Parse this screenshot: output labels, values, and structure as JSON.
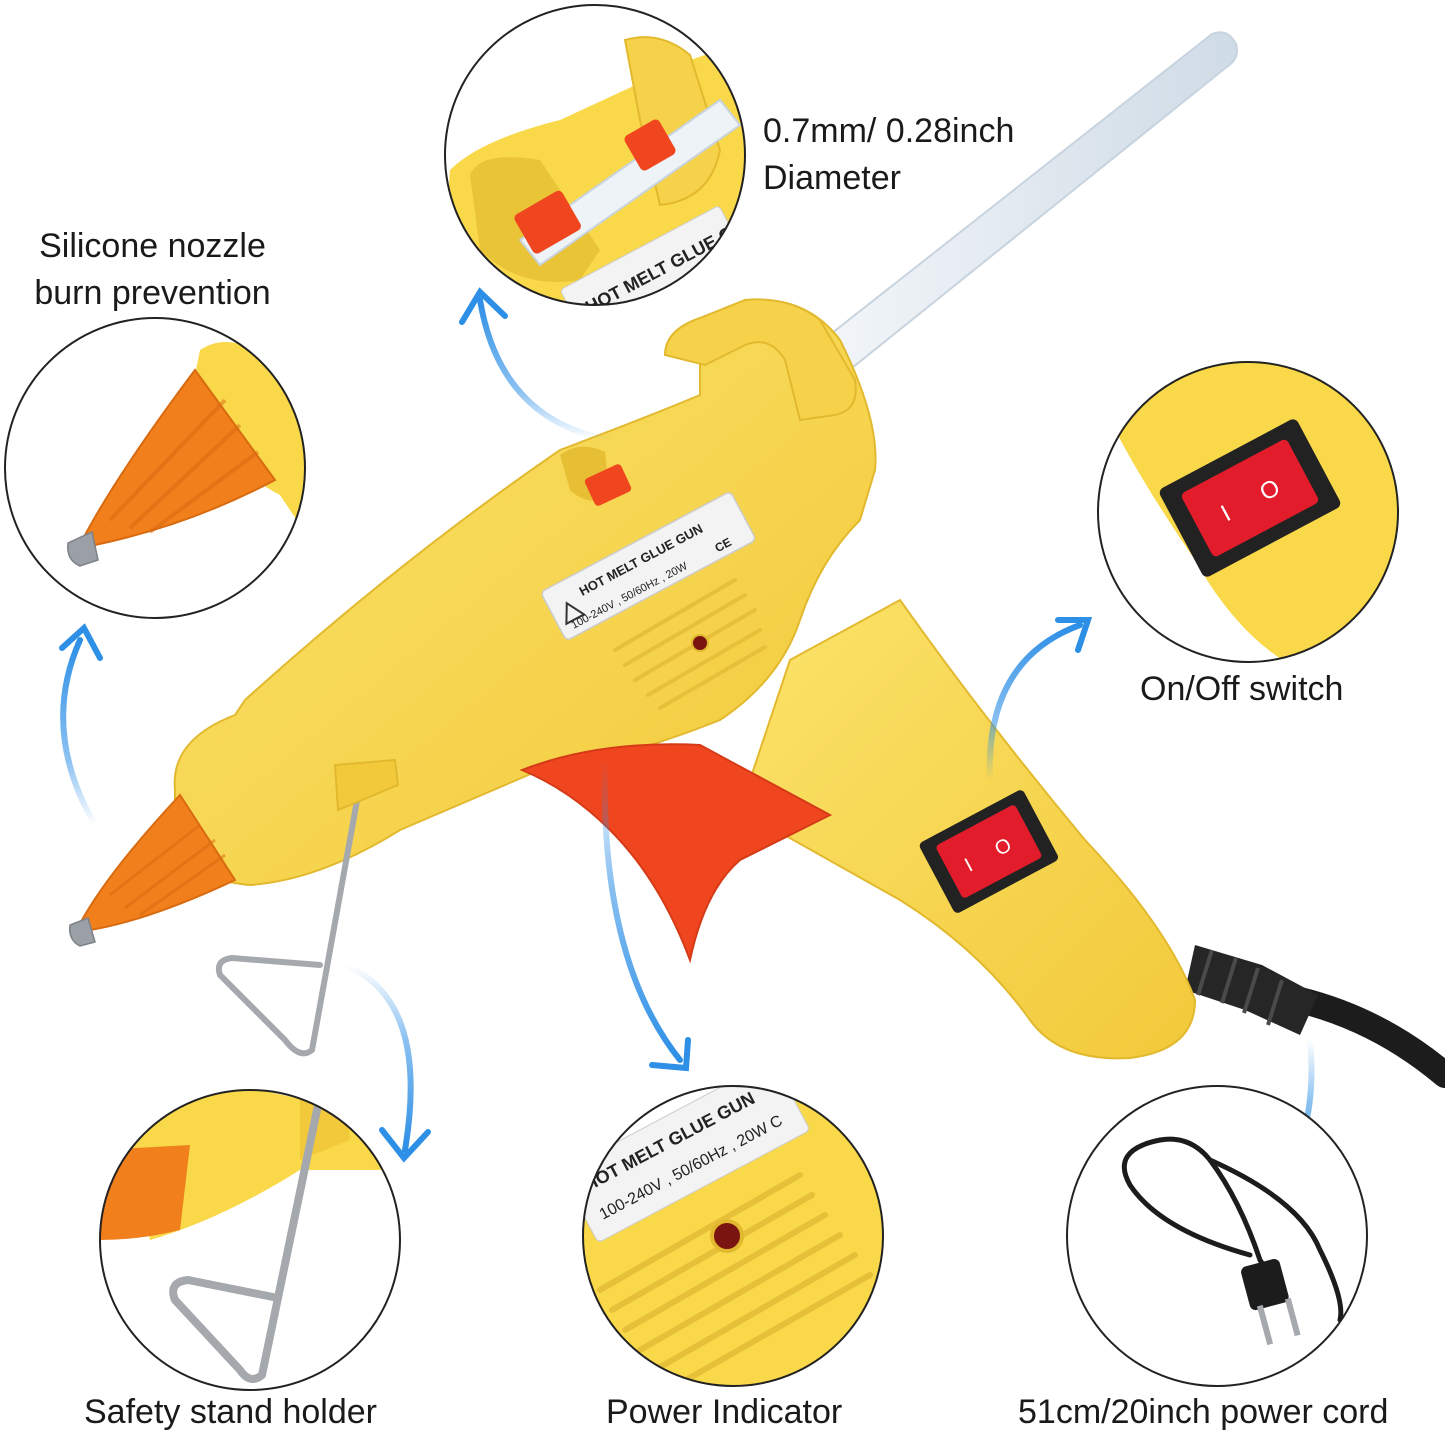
{
  "callouts": {
    "diameter": {
      "line1": "0.7mm/ 0.28inch",
      "line2": "Diameter"
    },
    "nozzle": {
      "line1": "Silicone nozzle",
      "line2": "burn prevention"
    },
    "switch": {
      "label": "On/Off switch",
      "glyph_on": "I",
      "glyph_off": "O"
    },
    "stand": {
      "label": "Safety stand holder"
    },
    "indicator": {
      "label": "Power Indicator"
    },
    "cord": {
      "label": "51cm/20inch power cord"
    }
  },
  "device_label": {
    "title": "HOT MELT GLUE GUN",
    "specs": "100-240V , 50/60Hz , 20W",
    "marks": "CE",
    "zoom_title": "HOT MELT GLUE GUN",
    "zoom_specs": "100-240V , 50/60Hz , 20W C"
  },
  "colors": {
    "body_yellow": "#f9d94a",
    "body_shade": "#e9c437",
    "nozzle_orange": "#f07f1c",
    "trigger_red": "#f0461f",
    "switch_red": "#e31c2c",
    "arrow_blue": "#2d8fe6",
    "cord_black": "#1c1c1c",
    "glue_stick": "#e6eef4",
    "stand_metal": "#a5a9ad"
  },
  "icons": [
    "warning-triangle-icon",
    "ce-mark-icon",
    "power-plug-icon",
    "curved-arrow-icon"
  ]
}
